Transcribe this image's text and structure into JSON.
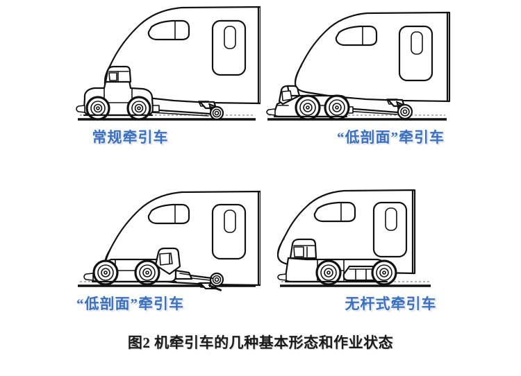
{
  "figure": {
    "caption_number": "图2",
    "caption_text": "机牵引车的几种基本形态和作业状态",
    "caption_full": "图2 机牵引车的几种基本形态和作业状态",
    "background_color": "#ffffff",
    "label_color": "#3b6fc0",
    "ink_color": "#111111",
    "caption_color": "#1a1a1a"
  },
  "panels": [
    {
      "id": "conventional-tug",
      "position": "top-left",
      "label": "常规牵引车",
      "tug_type": "conventional",
      "aircraft": "narrow-body airliner nose section",
      "has_towbar": true,
      "cab_position": "high-center",
      "wheels": 2
    },
    {
      "id": "low-profile-tug-front-cab",
      "position": "top-right",
      "label": "“低剖面”牵引车",
      "tug_type": "low-profile",
      "aircraft": "narrow-body airliner nose section",
      "has_towbar": true,
      "cab_position": "low-front",
      "wheels": 2
    },
    {
      "id": "low-profile-tug-rear-cab",
      "position": "bottom-left",
      "label": "“低剖面”牵引车",
      "tug_type": "low-profile",
      "aircraft": "narrow-body airliner nose section",
      "has_towbar": true,
      "cab_position": "low-rear",
      "wheels": 2
    },
    {
      "id": "towbarless-tug",
      "position": "bottom-right",
      "label": "无杆式牵引车",
      "tug_type": "towbarless",
      "aircraft": "narrow-body airliner nose section",
      "has_towbar": false,
      "cab_position": "low-front",
      "wheels": 2
    }
  ]
}
